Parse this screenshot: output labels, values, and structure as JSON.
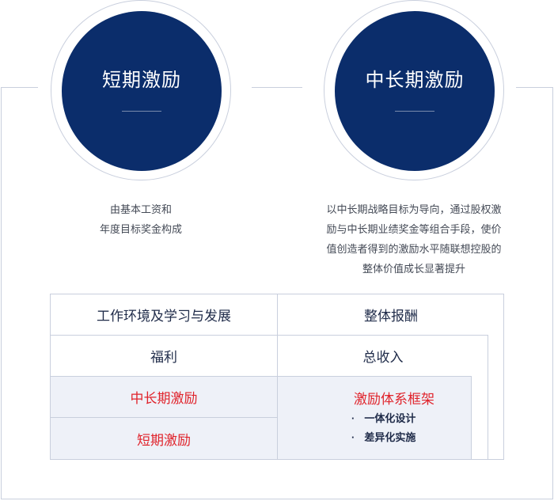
{
  "circles": {
    "short": {
      "title": "短期激励",
      "desc": [
        "由基本工资和",
        "年度目标奖金构成"
      ]
    },
    "long": {
      "title": "中长期激励",
      "desc": [
        "以中长期战略目标为导向，通过股权激",
        "励与中长期业绩奖金等组合手段，使价",
        "值创造者得到的激励水平随联想控股的",
        "整体价值成长显著提升"
      ]
    }
  },
  "table": {
    "row1": {
      "left": "工作环境及学习与发展",
      "right": "整体报酬"
    },
    "row2": {
      "left": "福利",
      "right": "总收入"
    },
    "row3": {
      "left": "中长期激励"
    },
    "row4": {
      "left": "短期激励"
    },
    "system": {
      "title": "激励体系框架",
      "items": [
        "一体化设计",
        "差异化实施"
      ],
      "bullet": "·"
    }
  },
  "colors": {
    "navy": "#0b2d6b",
    "red": "#e0232b",
    "line": "#c9cfdd",
    "shade": "#eef1f8"
  }
}
